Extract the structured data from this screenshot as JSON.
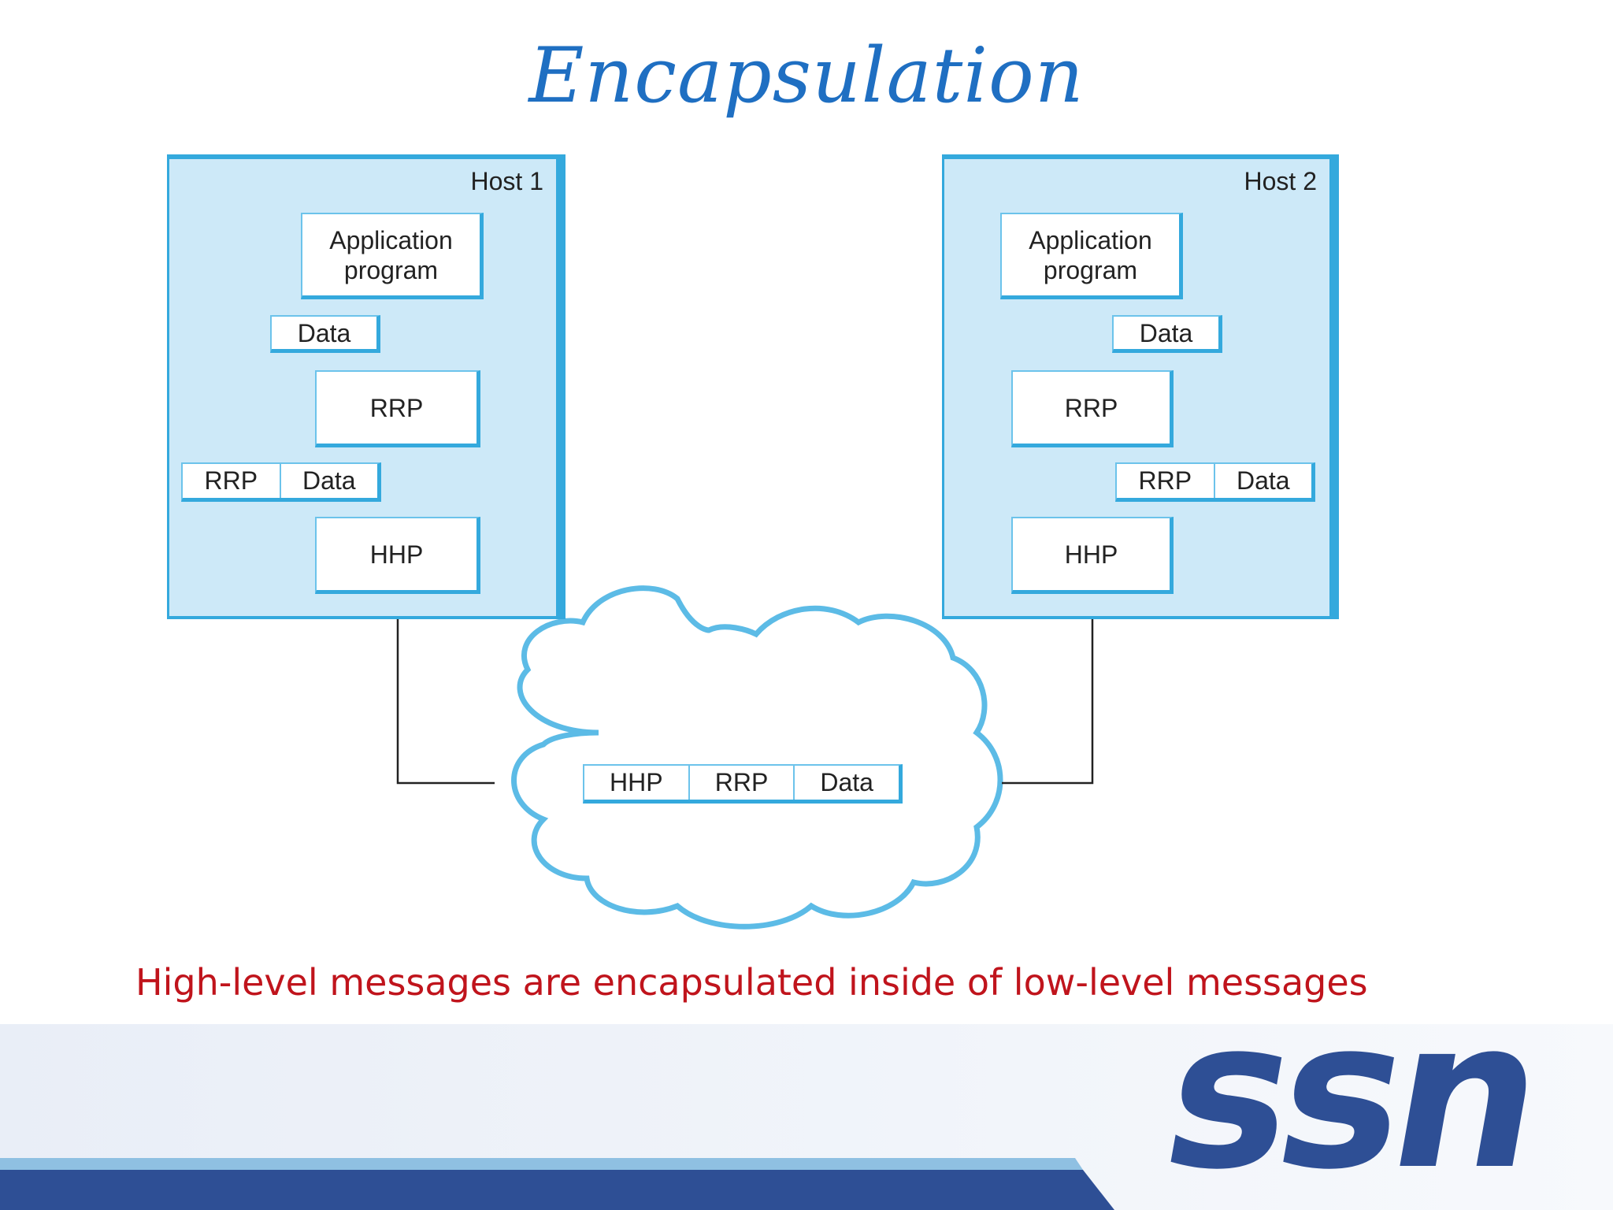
{
  "slide": {
    "title": "Encapsulation",
    "caption": "High-level messages are encapsulated inside of low-level messages"
  },
  "host1": {
    "label": "Host 1",
    "app": "Application\nprogram",
    "data_label": "Data",
    "rrp": "RRP",
    "rrp_packet": [
      "RRP",
      "Data"
    ],
    "hhp": "HHP"
  },
  "host2": {
    "label": "Host 2",
    "app": "Application\nprogram",
    "data_label": "Data",
    "rrp": "RRP",
    "rrp_packet": [
      "RRP",
      "Data"
    ],
    "hhp": "HHP"
  },
  "network": {
    "packet": [
      "HHP",
      "RRP",
      "Data"
    ]
  },
  "logo": {
    "text": "ssn",
    "color": "#2e4f95"
  },
  "colors": {
    "host_fill": "#cde9f8",
    "host_border": "#34a9dd",
    "title": "#1f6fc2",
    "caption": "#c0141c",
    "footer_bar": "#2e4f95"
  }
}
